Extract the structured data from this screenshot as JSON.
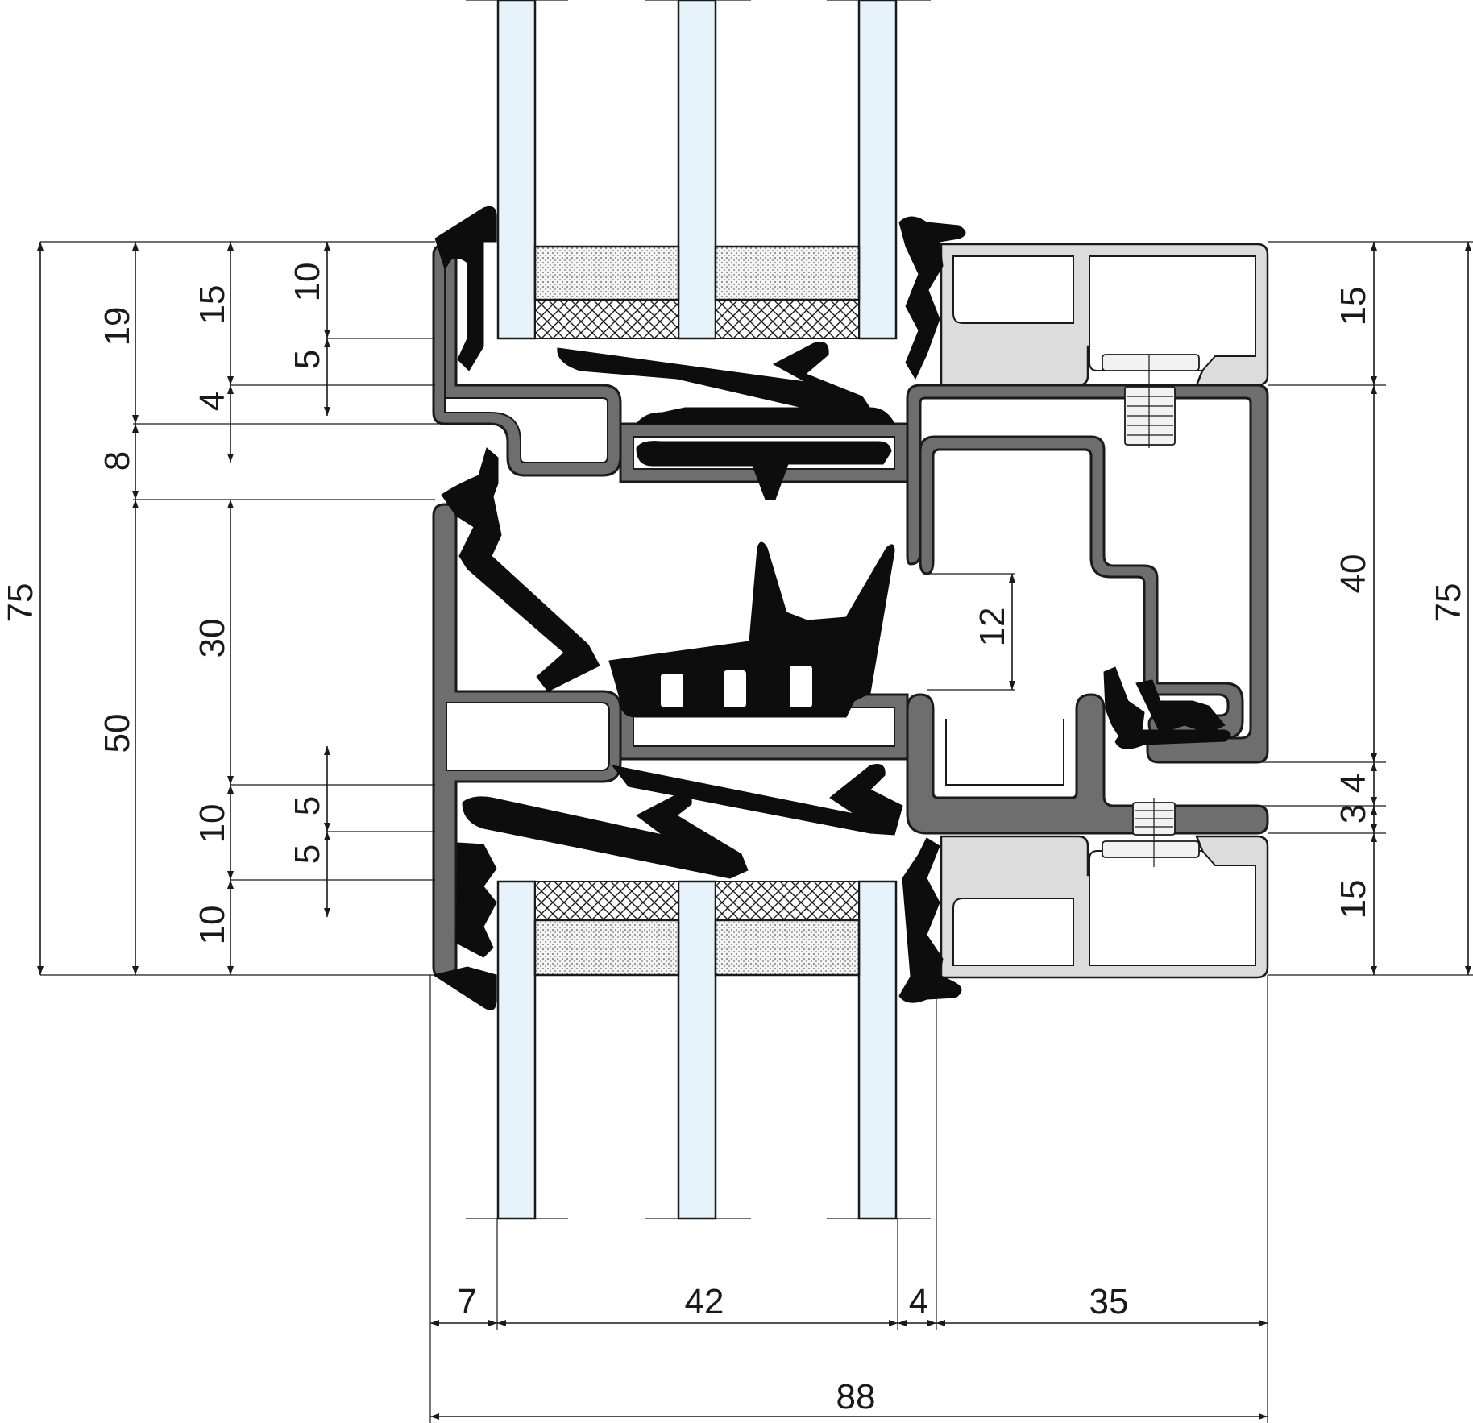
{
  "diagram": {
    "left_dims": {
      "outer_total": "75",
      "col2": [
        "19",
        "8",
        "50"
      ],
      "col3": [
        "15",
        "4",
        "30",
        "10",
        "10"
      ],
      "col4": [
        "10",
        "5",
        "5",
        "5"
      ]
    },
    "right_dims": {
      "inner": [
        "15",
        "40",
        "4",
        "3",
        "15"
      ],
      "outer_total": "75"
    },
    "center_dims": {
      "vent": "12"
    },
    "bottom_dims": {
      "segments": [
        "7",
        "42",
        "4",
        "35"
      ],
      "total": "88"
    }
  }
}
